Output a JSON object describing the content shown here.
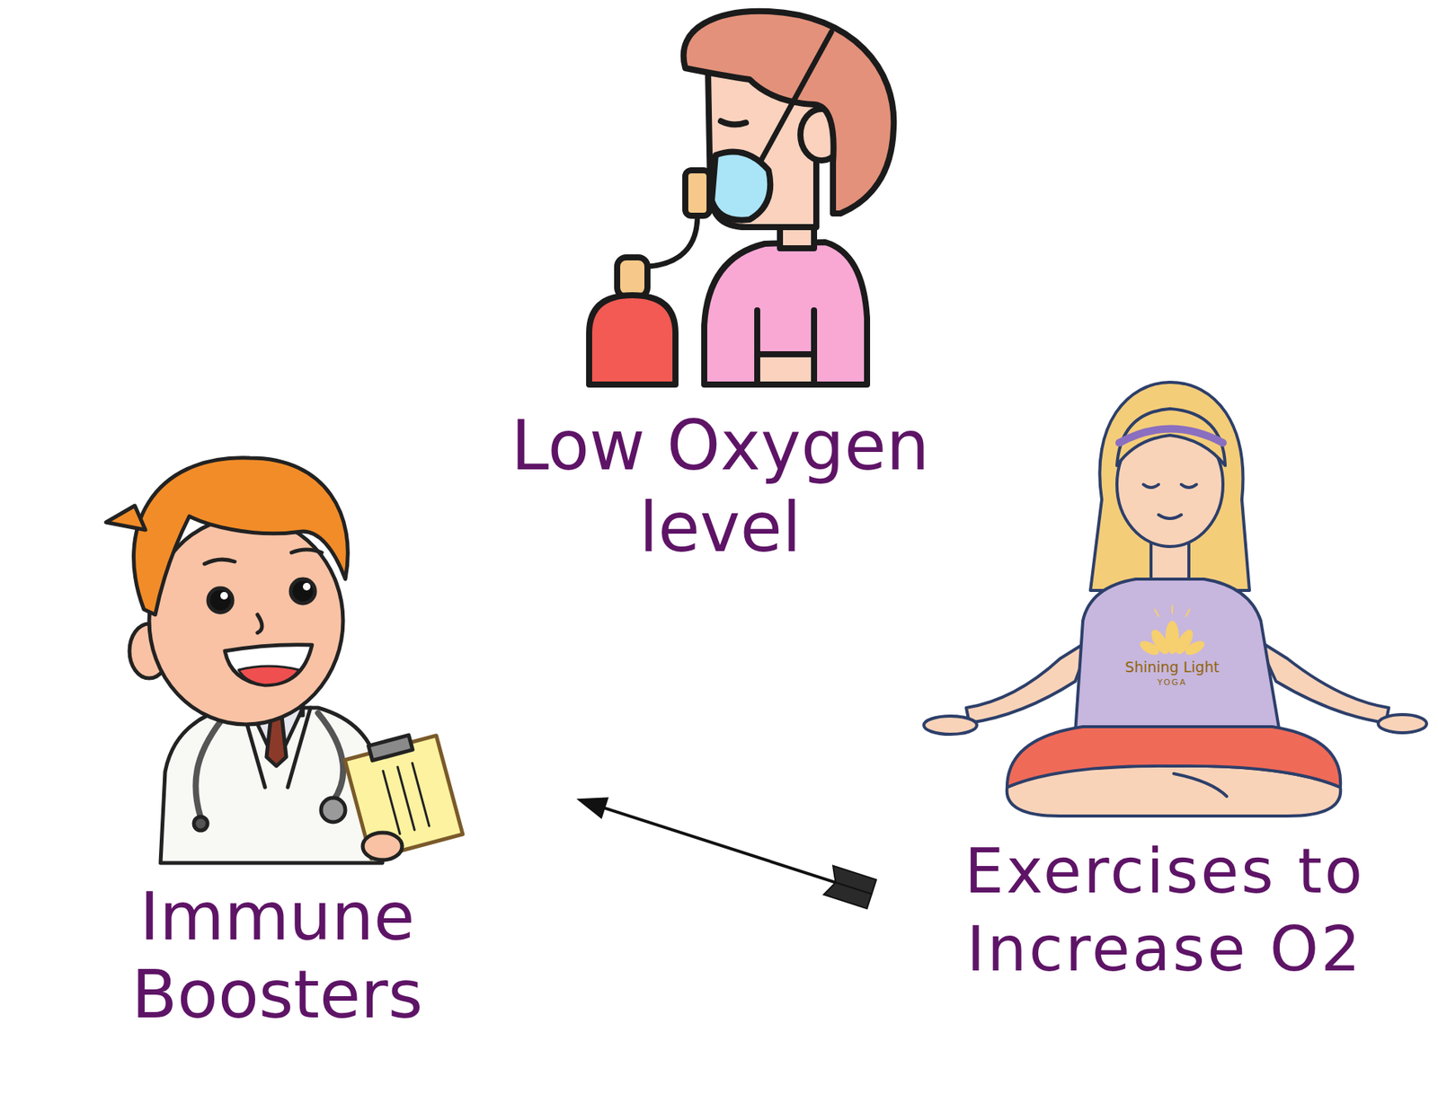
{
  "diagram": {
    "nodes": [
      {
        "text": [
          "Low Oxygen level"
        ]
      },
      {
        "text": [
          "Immune Boosters"
        ]
      },
      {
        "text": [
          "Exercises to Increase O2"
        ]
      }
    ],
    "edges": [
      {
        "from": 2,
        "to": 1,
        "arrow": "to"
      }
    ],
    "labels": [
      "Shining Light",
      "YOGA"
    ]
  }
}
